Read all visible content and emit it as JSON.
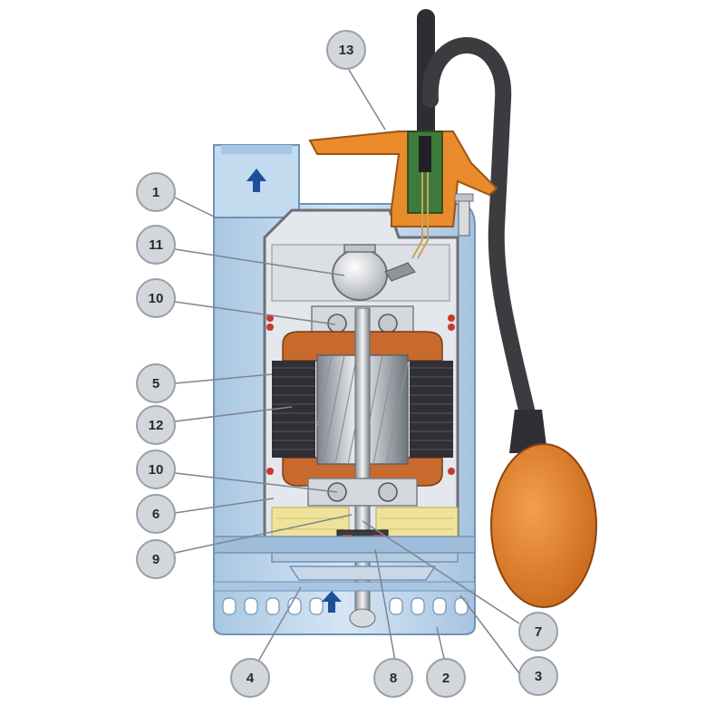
{
  "diagram": {
    "colors": {
      "casing": "#b9d3ea",
      "casing_edge": "#6f93b8",
      "inner": "#e4e7ec",
      "copper": "#c86a2e",
      "stator": "#2f2f35",
      "orange": "#e98b2a",
      "float": "#e07a1f",
      "cable": "#3b3b40",
      "oil": "#efe39a",
      "arrow": "#1f4f9a",
      "callout_fill": "#d3d6db",
      "callout_line": "#7d8590"
    },
    "callouts": [
      {
        "id": "c1",
        "label": "1"
      },
      {
        "id": "c11",
        "label": "11"
      },
      {
        "id": "c10a",
        "label": "10"
      },
      {
        "id": "c5",
        "label": "5"
      },
      {
        "id": "c12",
        "label": "12"
      },
      {
        "id": "c10b",
        "label": "10"
      },
      {
        "id": "c6",
        "label": "6"
      },
      {
        "id": "c9",
        "label": "9"
      },
      {
        "id": "c13",
        "label": "13"
      },
      {
        "id": "c7",
        "label": "7"
      },
      {
        "id": "c3",
        "label": "3"
      },
      {
        "id": "c4",
        "label": "4"
      },
      {
        "id": "c8",
        "label": "8"
      },
      {
        "id": "c2",
        "label": "2"
      }
    ]
  }
}
